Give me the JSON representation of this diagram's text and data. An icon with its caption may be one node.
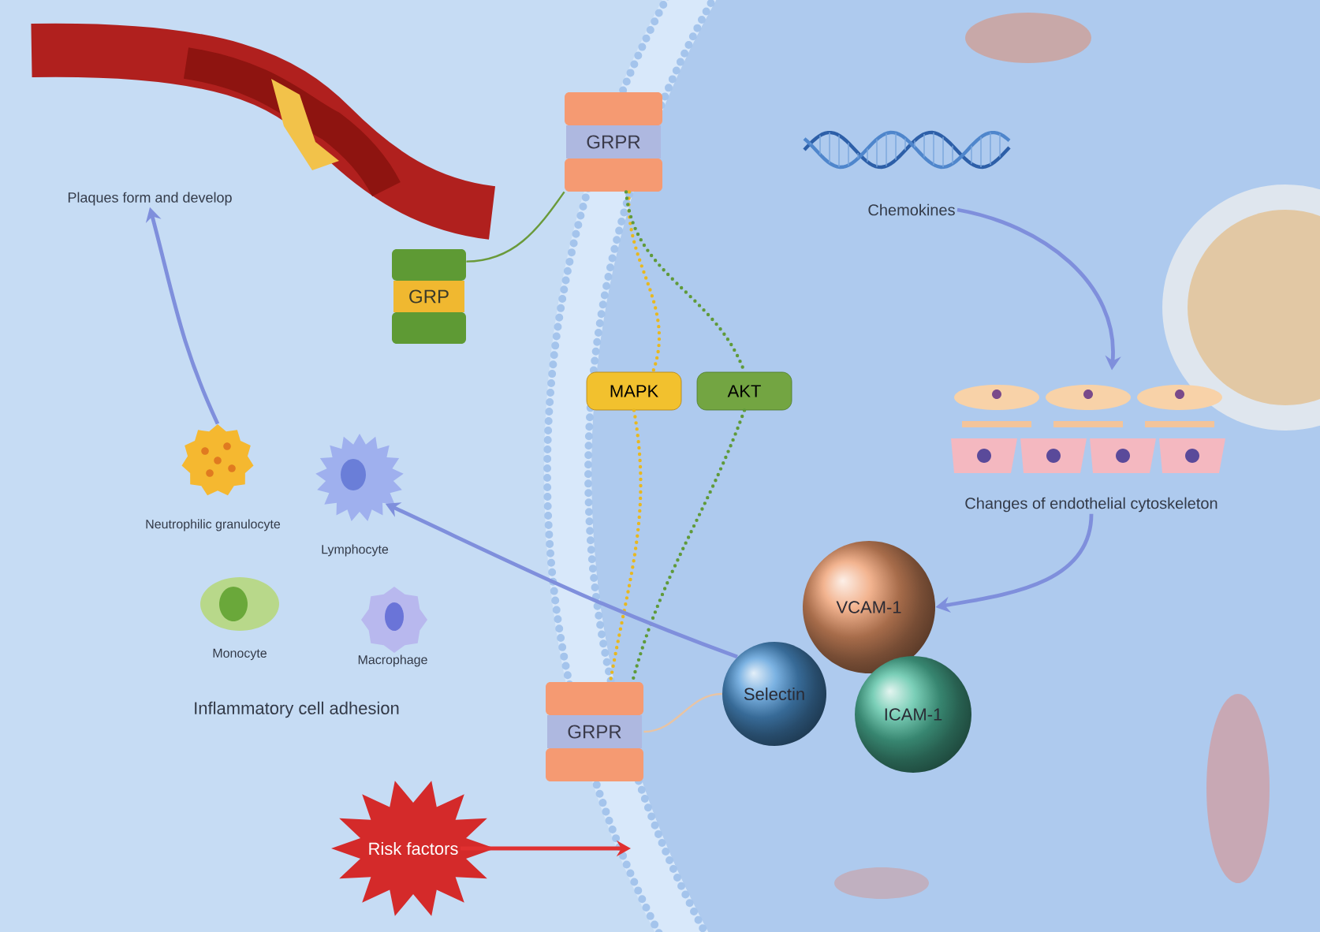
{
  "diagram": {
    "nodes": [
      {
        "text": [
          "Plaques form and develop"
        ]
      },
      {
        "text": [
          "GRPR"
        ]
      },
      {
        "text": [
          "GRP"
        ]
      },
      {
        "text": [
          "Chemokines"
        ]
      },
      {
        "text": [
          "MAPK"
        ]
      },
      {
        "text": [
          "AKT"
        ]
      },
      {
        "text": [],
        "shape": "picture",
        "beside": [
          "Changes of endothelial cytoskeleton"
        ]
      },
      {
        "text": [],
        "shape": "picture",
        "beside": [
          "Neutrophilic granulocyte"
        ]
      },
      {
        "text": [],
        "shape": "picture",
        "beside": [
          "Lymphocyte"
        ]
      },
      {
        "text": [
          "VCAM-1"
        ]
      },
      {
        "text": [],
        "shape": "picture",
        "beside": [
          "Monocyte"
        ]
      },
      {
        "text": [],
        "shape": "picture",
        "beside": [
          "Macrophage"
        ]
      },
      {
        "text": [
          "Selectin"
        ]
      },
      {
        "text": [
          "GRPR"
        ]
      },
      {
        "text": [
          "ICAM-1"
        ]
      },
      {
        "text": [
          "Risk factors"
        ]
      }
    ],
    "edges": [
      {
        "from": 2,
        "to": 1,
        "arrow": "none",
        "color": "#6a9a3a"
      },
      {
        "from": 1,
        "to": 4,
        "arrow": "none",
        "style": "dashed",
        "color": "#e8b820"
      },
      {
        "from": 1,
        "to": 5,
        "arrow": "none",
        "style": "dashed",
        "color": "#5f9a3a"
      },
      {
        "from": 4,
        "to": 13,
        "arrow": "none",
        "style": "dashed",
        "color": "#e8b820"
      },
      {
        "from": 5,
        "to": 13,
        "arrow": "none",
        "style": "dashed",
        "color": "#5f9a3a"
      },
      {
        "from": 3,
        "to": 6,
        "arrow": "to"
      },
      {
        "from": 6,
        "to": 9,
        "arrow": "to"
      },
      {
        "from": 12,
        "to": 8,
        "arrow": "to"
      },
      {
        "from": 7,
        "to": 0,
        "arrow": "to"
      },
      {
        "from": 15,
        "to": null,
        "arrow": "to",
        "color": "#e03030"
      },
      {
        "from": 13,
        "to": 12,
        "arrow": "none",
        "color": "#e8c4a4"
      }
    ],
    "labels": [
      "Inflammatory cell adhesion"
    ]
  }
}
